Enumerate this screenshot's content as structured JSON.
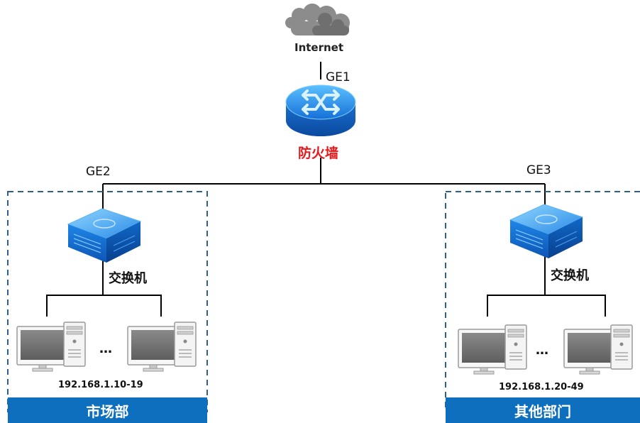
{
  "internet": {
    "label": "Internet"
  },
  "firewall": {
    "label": "防火墙",
    "uplink_port": "GE1"
  },
  "ports": {
    "left": "GE2",
    "right": "GE3"
  },
  "left_dept": {
    "switch_label": "交换机",
    "ellipsis": "…",
    "ip_range": "192.168.1.10-19",
    "name": "市场部"
  },
  "right_dept": {
    "switch_label": "交换机",
    "ellipsis": "…",
    "ip_range": "192.168.1.20-49",
    "name": "其他部门"
  },
  "colors": {
    "banner": "#0f6fbf",
    "dashed_border": "#2f5f8f",
    "firewall_label": "#e8191a",
    "device_blue": "#1f7fe0"
  },
  "icons": [
    "cloud-icon",
    "firewall-router-icon",
    "switch-icon",
    "desktop-computer-icon"
  ]
}
